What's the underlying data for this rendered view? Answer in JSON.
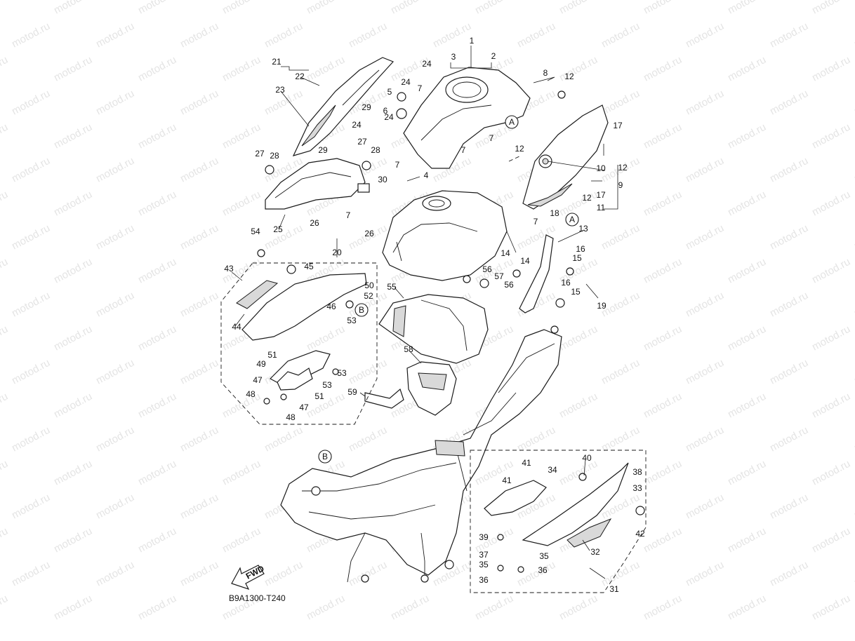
{
  "diagram": {
    "code": "B9A1300-T240",
    "watermark": "motod.ru",
    "fwd_label": "FWD",
    "ref_a": "A",
    "ref_b": "B",
    "callouts": [
      "1",
      "2",
      "3",
      "4",
      "5",
      "6",
      "7",
      "8",
      "9",
      "10",
      "11",
      "12",
      "13",
      "14",
      "15",
      "16",
      "17",
      "18",
      "19",
      "20",
      "21",
      "22",
      "23",
      "24",
      "25",
      "26",
      "27",
      "28",
      "29",
      "30",
      "31",
      "32",
      "33",
      "34",
      "35",
      "36",
      "37",
      "38",
      "39",
      "40",
      "41",
      "42",
      "43",
      "44",
      "45",
      "46",
      "47",
      "48",
      "49",
      "50",
      "51",
      "52",
      "53",
      "54",
      "55",
      "56",
      "57",
      "58",
      "59"
    ]
  }
}
